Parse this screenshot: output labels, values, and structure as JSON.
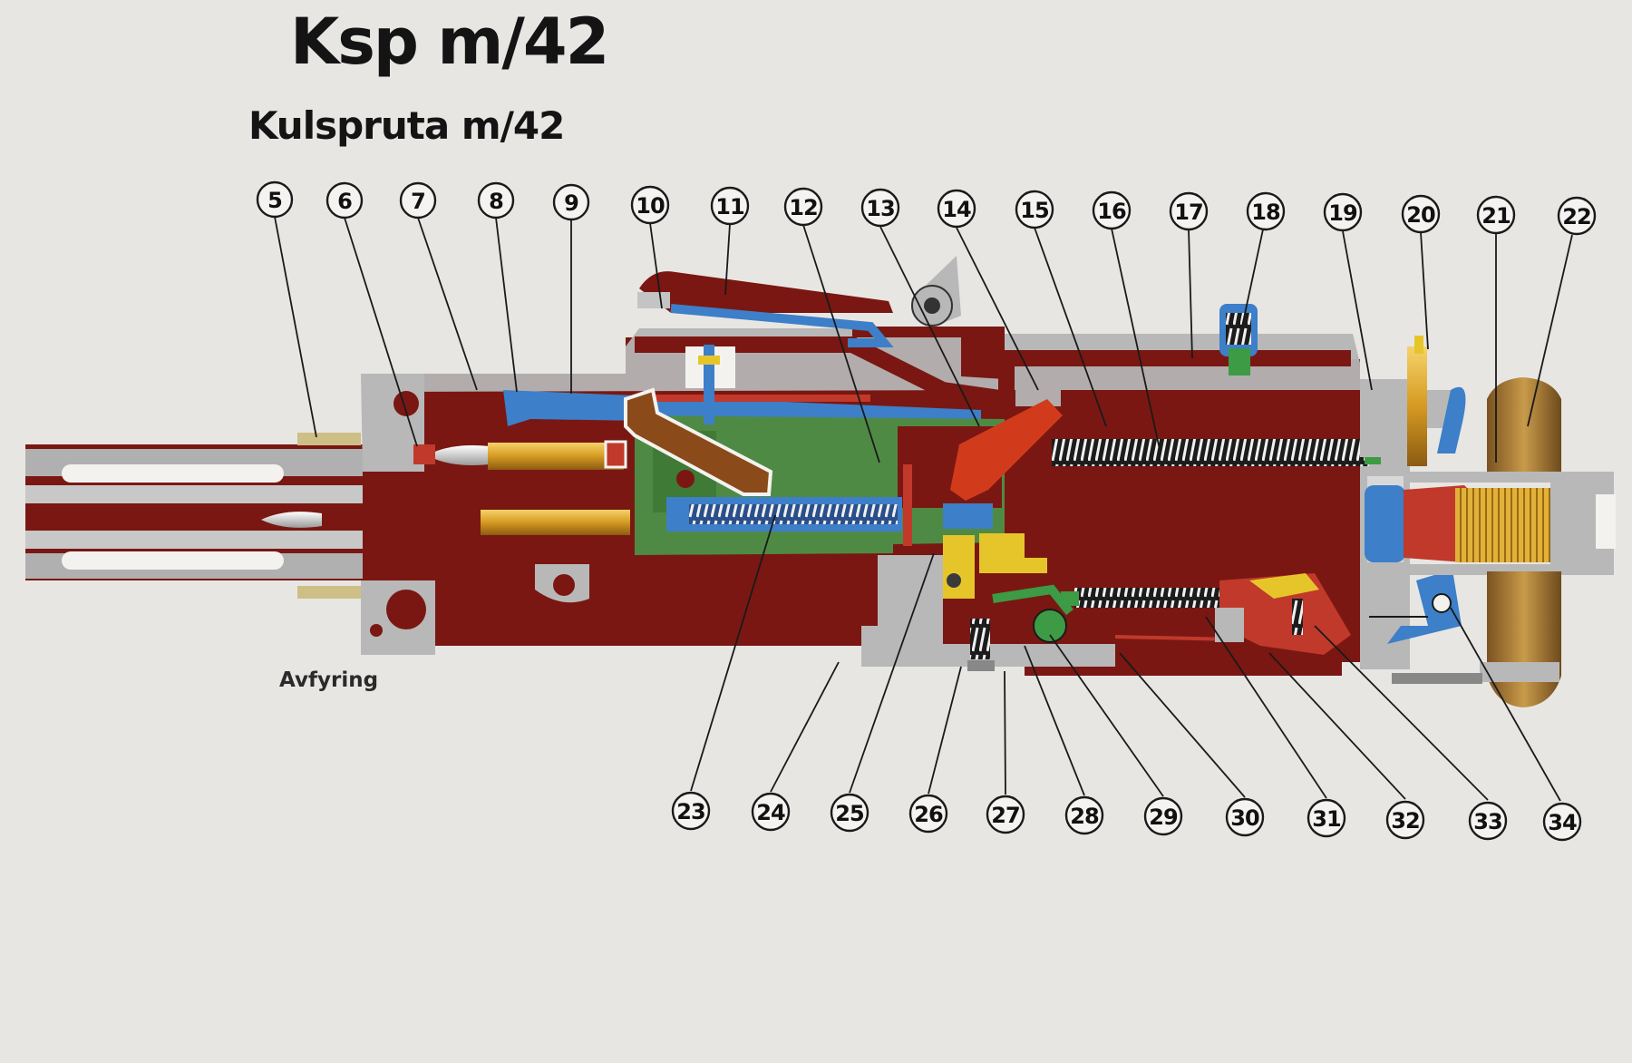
{
  "title": "Ksp m/42",
  "subtitle": "Kulspruta m/42",
  "caption": "Avfyring",
  "colors": {
    "background": "#e8e6e3",
    "receiver_red": "#7a1712",
    "steel_grey": "#b9b9b9",
    "bolt_green": "#4f8a45",
    "spring_blue": "#3d7fc8",
    "brass": "#d9a62c",
    "trigger_yellow": "#e6c52a",
    "charging_handle_red": "#d23a1c"
  },
  "top_callouts": [
    "5",
    "6",
    "7",
    "8",
    "9",
    "10",
    "11",
    "12",
    "13",
    "14",
    "15",
    "16",
    "17",
    "18",
    "19",
    "20",
    "21",
    "22"
  ],
  "bottom_callouts": [
    "23",
    "24",
    "25",
    "26",
    "27",
    "28",
    "29",
    "30",
    "31",
    "32",
    "33",
    "34"
  ]
}
